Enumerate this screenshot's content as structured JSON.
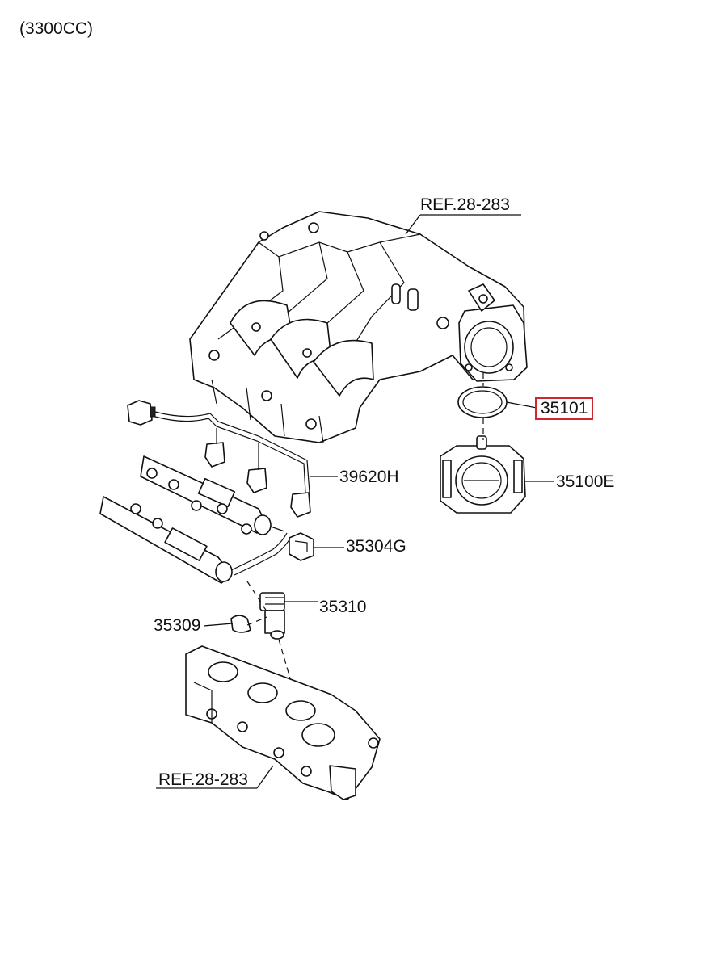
{
  "engine_variant": "(3300CC)",
  "callouts": {
    "ref_top": "REF.28-283",
    "gasket": "35101",
    "throttle_body": "35100E",
    "wiring_harness": "39620H",
    "pressure_sensor": "35304G",
    "injector": "35310",
    "clip": "35309",
    "ref_bottom": "REF.28-283"
  },
  "highlight_color": "#d0262d"
}
